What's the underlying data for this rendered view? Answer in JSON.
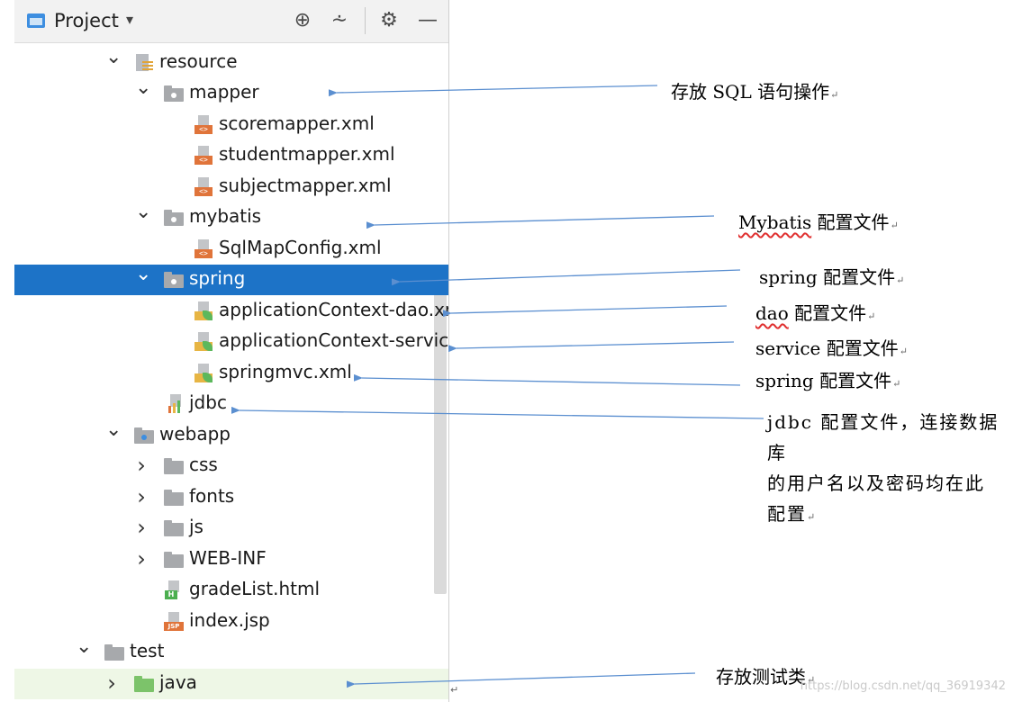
{
  "toolbar": {
    "title": "Project",
    "caret": "▾",
    "icons": [
      "target-icon",
      "collapse-all-icon",
      "gear-icon",
      "minimize-icon"
    ]
  },
  "tree": [
    {
      "label": "resource",
      "arrow": "down",
      "icon": "resource-folder"
    },
    {
      "label": "mapper",
      "arrow": "down",
      "icon": "package-folder"
    },
    {
      "label": "scoremapper.xml",
      "icon": "xml-file"
    },
    {
      "label": "studentmapper.xml",
      "icon": "xml-file"
    },
    {
      "label": "subjectmapper.xml",
      "icon": "xml-file"
    },
    {
      "label": "mybatis",
      "arrow": "down",
      "icon": "package-folder"
    },
    {
      "label": "SqlMapConfig.xml",
      "icon": "xml-file"
    },
    {
      "label": "spring",
      "arrow": "down",
      "icon": "package-folder",
      "selected": true
    },
    {
      "label": "applicationContext-dao.xm",
      "icon": "spring-xml-file"
    },
    {
      "label": "applicationContext-service.",
      "icon": "spring-xml-file"
    },
    {
      "label": "springmvc.xml",
      "icon": "spring-xml-file"
    },
    {
      "label": "jdbc",
      "icon": "properties-file"
    },
    {
      "label": "webapp",
      "arrow": "down",
      "icon": "web-folder"
    },
    {
      "label": "css",
      "arrow": "right",
      "icon": "folder"
    },
    {
      "label": "fonts",
      "arrow": "right",
      "icon": "folder"
    },
    {
      "label": "js",
      "arrow": "right",
      "icon": "folder"
    },
    {
      "label": "WEB-INF",
      "arrow": "right",
      "icon": "folder"
    },
    {
      "label": "gradeList.html",
      "icon": "html-file"
    },
    {
      "label": "index.jsp",
      "icon": "jsp-file"
    },
    {
      "label": "test",
      "arrow": "down",
      "icon": "folder"
    },
    {
      "label": "java",
      "arrow": "right",
      "icon": "test-source-folder"
    }
  ],
  "annotations": {
    "mapper": "存放 SQL 语句操作",
    "mybatis_word": "Mybatis",
    "mybatis_rest": " 配置文件",
    "spring": "spring 配置文件",
    "dao_word": "dao",
    "dao_rest": " 配置文件",
    "service": "service 配置文件",
    "springmvc": "spring 配置文件",
    "jdbc_lines": [
      "jdbc 配置文件，连接数据库",
      "的用户名以及密码均在此",
      "配置"
    ],
    "java": "存放测试类",
    "paragraph_mark": "↵"
  },
  "watermark": "https://blog.csdn.net/qq_36919342",
  "colors": {
    "selection": "#1d73c7",
    "arrow": "#5b8fd0",
    "highlight": "#eef7e6"
  }
}
